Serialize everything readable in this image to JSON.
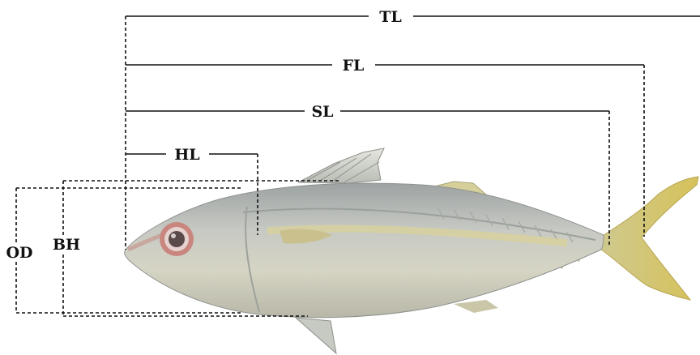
{
  "figure": {
    "subject": "fish",
    "measurements": {
      "tl": "TL",
      "fl": "FL",
      "sl": "SL",
      "hl": "HL",
      "bh": "BH",
      "od": "OD"
    }
  }
}
